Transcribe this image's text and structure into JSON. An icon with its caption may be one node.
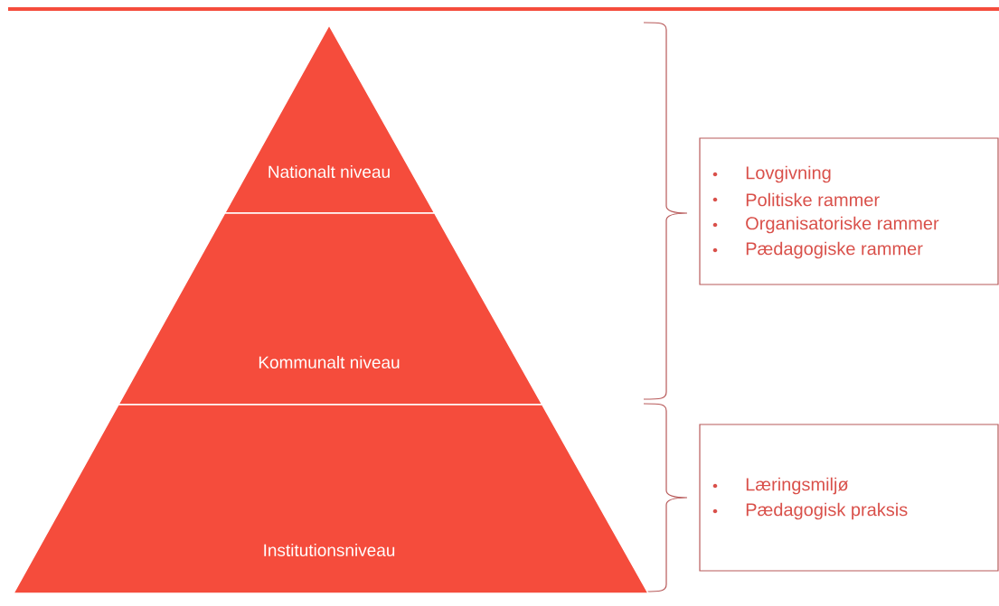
{
  "diagram": {
    "nodes": [
      {
        "text": [
          "Nationalt niveau"
        ]
      },
      {
        "text": [
          "Kommunalt niveau"
        ]
      },
      {
        "text": [
          "Institutionsniveau"
        ]
      },
      {
        "text": [
          "Lovgivning",
          "Politiske rammer",
          "Organisatoriske rammer",
          "Pædagogiske rammer"
        ]
      },
      {
        "text": [
          "Læringsmiljø",
          "Pædagogisk praksis"
        ]
      }
    ]
  }
}
